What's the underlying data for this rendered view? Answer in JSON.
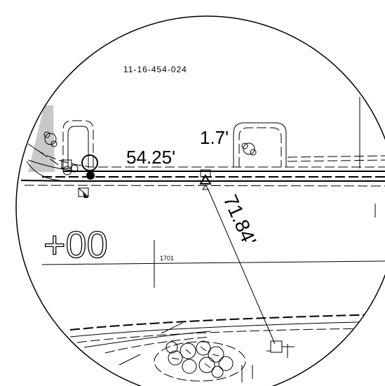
{
  "viewer": {
    "parcel_number": "11-16-454-024",
    "dimensions": {
      "offset_a": "1.7'",
      "offset_b": "54.25'",
      "distance_c": "71.84'"
    },
    "station_text": "+00",
    "address_number": "1701"
  },
  "colors": {
    "ink": "#000000",
    "paper": "#ffffff",
    "shade": "#c8c8c8"
  }
}
